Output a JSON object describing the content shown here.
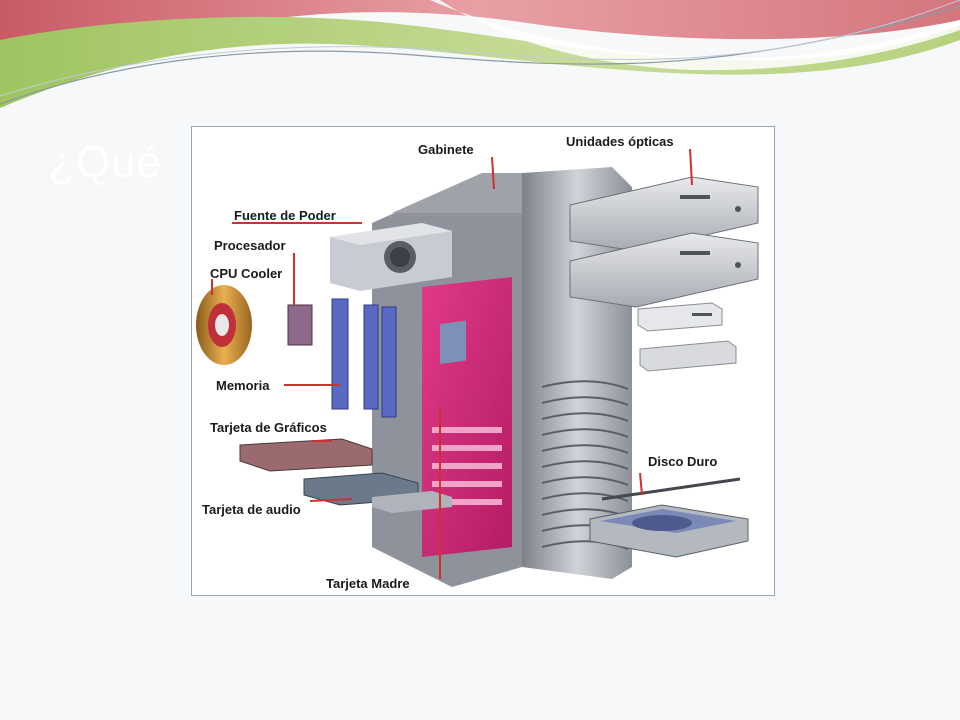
{
  "slide": {
    "title": "¿Qué",
    "colors": {
      "background": "#f6f8fa",
      "ribbon_red": "#d66f78",
      "ribbon_green": "#a9cc6e",
      "case_silver": "#b9bdc4",
      "motherboard": "#d6287a",
      "memory": "#5a69c4",
      "label_line": "#d03030"
    }
  },
  "diagram": {
    "labels": {
      "gabinete": "Gabinete",
      "unidades_opticas": "Unidades ópticas",
      "fuente_de_poder": "Fuente de Poder",
      "procesador": "Procesador",
      "cpu_cooler": "CPU Cooler",
      "memoria": "Memoria",
      "tarjeta_graficos": "Tarjeta de Gráficos",
      "tarjeta_audio": "Tarjeta de audio",
      "tarjeta_madre": "Tarjeta Madre",
      "disco_duro": "Disco Duro"
    }
  }
}
